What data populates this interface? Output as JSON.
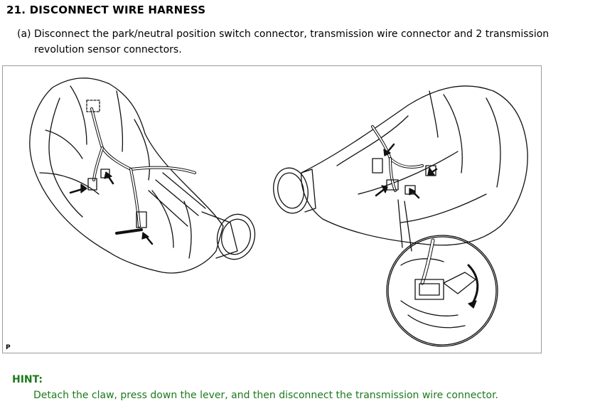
{
  "step": {
    "title": "21. DISCONNECT WIRE HARNESS"
  },
  "instruction": {
    "line1": "(a) Disconnect the park/neutral position switch connector, transmission wire connector and 2 transmission",
    "line2": "revolution sensor connectors."
  },
  "figure": {
    "code": "P"
  },
  "hint": {
    "label": "HINT:",
    "text": "Detach the claw, press down the lever, and then disconnect the transmission wire connector."
  },
  "colors": {
    "hint_green": "#1c7a1c",
    "figure_border": "#9a9a9a"
  }
}
